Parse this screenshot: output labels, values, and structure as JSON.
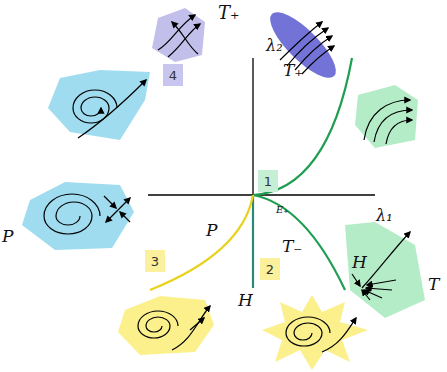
{
  "diagram": {
    "nodes": [
      {
        "text": [
          "4"
        ]
      },
      {
        "text": [
          "1"
        ]
      },
      {
        "text": [
          "3"
        ]
      },
      {
        "text": [
          "2"
        ]
      }
    ],
    "labels": [
      "T₊",
      "λ₂",
      "T₊",
      "E₊",
      "λ₁",
      "P",
      "P",
      "T₋",
      "T",
      "H",
      "H"
    ]
  }
}
